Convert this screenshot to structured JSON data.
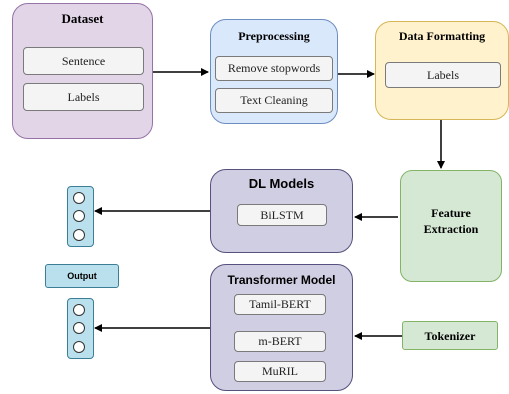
{
  "dataset": {
    "title": "Dataset",
    "items": [
      "Sentence",
      "Labels"
    ]
  },
  "preprocessing": {
    "title": "Preprocessing",
    "items": [
      "Remove stopwords",
      "Text Cleaning"
    ]
  },
  "data_formatting": {
    "title": "Data Formatting",
    "items": [
      "Labels"
    ]
  },
  "feature_extraction": {
    "title_line1": "Feature",
    "title_line2": "Extraction"
  },
  "dl_models": {
    "title": "DL Models",
    "items": [
      "BiLSTM"
    ]
  },
  "transformer_model": {
    "title": "Transformer Model",
    "items": [
      "Tamil-BERT",
      "m-BERT",
      "MuRIL"
    ]
  },
  "tokenizer": {
    "title": "Tokenizer"
  },
  "output": {
    "label": "Output"
  },
  "colors": {
    "dataset_fill": "#e1d5e7",
    "dataset_border": "#9673a6",
    "preprocessing_fill": "#dae8fc",
    "preprocessing_border": "#6c8ebf",
    "formatting_fill": "#fff2cc",
    "formatting_border": "#d6b656",
    "feature_fill": "#d5e8d4",
    "feature_border": "#82b366",
    "models_fill": "#d0cee2",
    "models_border": "#56517e",
    "output_fill": "#b9e0ec"
  }
}
